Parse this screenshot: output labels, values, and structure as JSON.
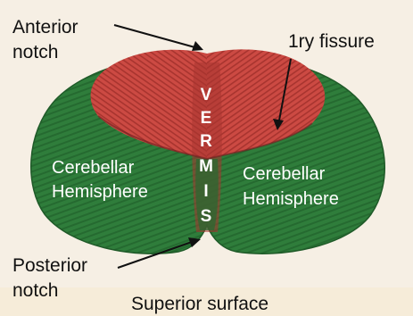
{
  "labels": {
    "anterior_notch_line1": "Anterior",
    "anterior_notch_line2": "notch",
    "primary_fissure": "1ry fissure",
    "posterior_notch_line1": "Posterior",
    "posterior_notch_line2": "notch",
    "left_hemisphere_line1": "Cerebellar",
    "left_hemisphere_line2": "Hemisphere",
    "right_hemisphere_line1": "Cerebellar",
    "right_hemisphere_line2": "Hemisphere",
    "vermis_letters": [
      "V",
      "E",
      "R",
      "M",
      "I",
      "S"
    ],
    "caption": "Superior surface"
  },
  "colors": {
    "anterior_lobe": "#c8443f",
    "posterior_lobe": "#2d7a3a",
    "background": "#f6efe4",
    "label_text": "#111111",
    "overlay_text": "#ffffff"
  }
}
